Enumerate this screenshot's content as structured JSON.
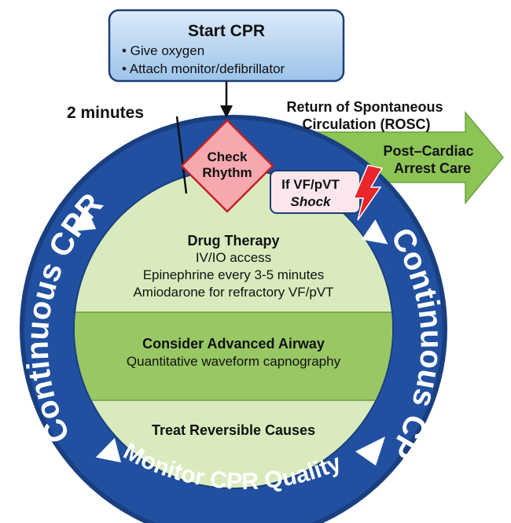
{
  "start_box": {
    "title": "Start CPR",
    "bullets": [
      "• Give oxygen",
      "• Attach monitor/defibrillator"
    ]
  },
  "two_minutes_label": "2 minutes",
  "rosc": {
    "label_line1": "Return of Spontaneous",
    "label_line2": "Circulation (ROSC)",
    "arrow_line1": "Post–Cardiac",
    "arrow_line2": "Arrest Care"
  },
  "check_rhythm": {
    "line1": "Check",
    "line2": "Rhythm"
  },
  "shock_box": {
    "line1": "If VF/pVT",
    "line2": "Shock"
  },
  "ring": {
    "left_label": "Continuous CPR",
    "right_label": "Continuous CPR",
    "bottom_label": "Monitor CPR Quality"
  },
  "drug_therapy": {
    "title": "Drug Therapy",
    "lines": [
      "IV/IO access",
      "Epinephrine every 3-5 minutes",
      "Amiodarone for refractory VF/pVT"
    ]
  },
  "airway": {
    "title": "Consider Advanced Airway",
    "line": "Quantitative waveform capnography"
  },
  "reversible": {
    "title": "Treat Reversible Causes"
  },
  "colors": {
    "ring_blue": "#2150a0",
    "ring_dark": "#1a3f80",
    "inner_light": "#d9ebbd",
    "inner_mid": "#98c764",
    "rosc_green": "#8dc456",
    "diamond_pink": "#f5a8ae",
    "start_box_blue": "#bcd7f1",
    "shock_bg": "#fbe6ec",
    "bolt_red": "#e8262b"
  }
}
